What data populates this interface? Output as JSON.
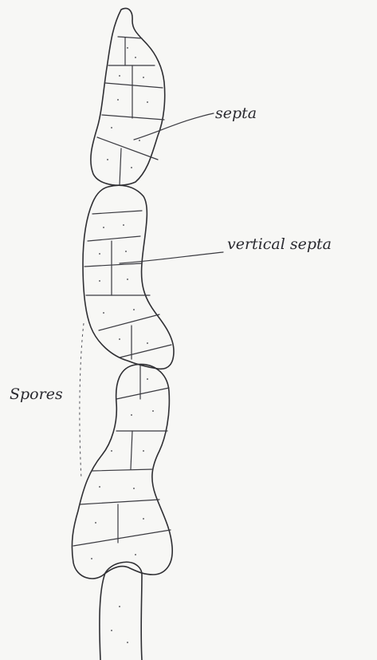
{
  "labels": {
    "septa": "septa",
    "vertical_septa": "vertical septa",
    "spores": "Spores"
  },
  "colors": {
    "ink": "#2f2f33",
    "paper": "#f7f7f5"
  }
}
